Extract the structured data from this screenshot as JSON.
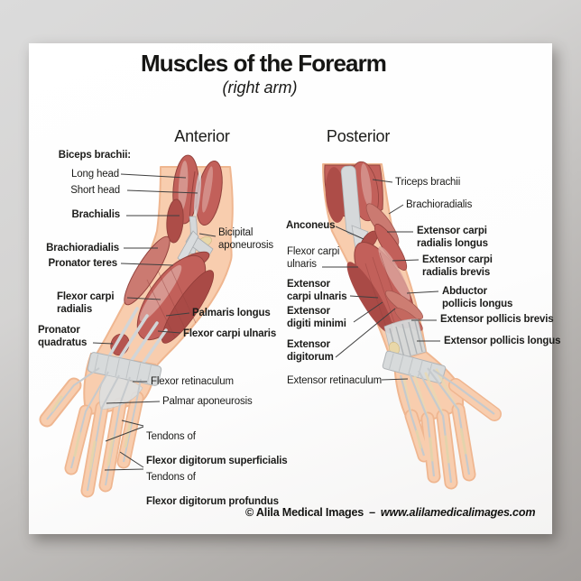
{
  "poster": {
    "title": "Muscles of the Forearm",
    "subtitle": "(right arm)",
    "columns": {
      "anterior": "Anterior",
      "posterior": "Posterior"
    },
    "footer": {
      "copyright": "© Alila Medical Images",
      "separator": "–",
      "website": "www.alilamedicalimages.com"
    },
    "labels": {
      "biceps_header": "Biceps brachii:",
      "long_head": "Long head",
      "short_head": "Short head",
      "brachialis": "Brachialis",
      "brachioradialis": "Brachioradialis",
      "pronator_teres": "Pronator teres",
      "flexor_carpi_radialis": "Flexor carpi\nradialis",
      "pronator_quadratus": "Pronator\nquadratus",
      "bicipital_aponeurosis": "Bicipital\naponeurosis",
      "palmaris_longus": "Palmaris longus",
      "flexor_carpi_ulnaris": "Flexor carpi ulnaris",
      "flexor_retinaculum": "Flexor retinaculum",
      "palmar_aponeurosis": "Palmar aponeurosis",
      "tendons_of": "Tendons of",
      "flexor_digitorum_superficialis": "Flexor digitorum superficialis",
      "flexor_digitorum_profundus": "Flexor digitorum profundus",
      "anconeus": "Anconeus",
      "flexor_carpi_ulnaris_posterior": "Flexor carpi\nulnaris",
      "extensor_carpi_ulnaris": "Extensor\ncarpi ulnaris",
      "extensor_digiti_minimi": "Extensor\ndigiti minimi",
      "extensor_digitorum": "Extensor\ndigitorum",
      "extensor_retinaculum": "Extensor retinaculum",
      "triceps_brachii": "Triceps brachii",
      "brachioradialis_posterior": "Brachioradialis",
      "extensor_carpi_radialis_longus": "Extensor carpi\nradialis longus",
      "extensor_carpi_radialis_brevis": "Extensor carpi\nradialis brevis",
      "abductor_pollicis_longus": "Abductor\npollicis longus",
      "extensor_pollicis_brevis": "Extensor pollicis brevis",
      "extensor_pollicis_longus": "Extensor pollicis longus"
    },
    "colors": {
      "muscle_red": "#c2605a",
      "muscle_dark_red": "#a94a46",
      "muscle_highlight": "#daa19a",
      "skin": "#f8cdae",
      "skin_outline": "#efb690",
      "tendon_gray": "#d6d9da",
      "bone_tan": "#e9d7a8",
      "background_gray": "#b3b0ad",
      "label_text": "#1c1c1a"
    }
  }
}
